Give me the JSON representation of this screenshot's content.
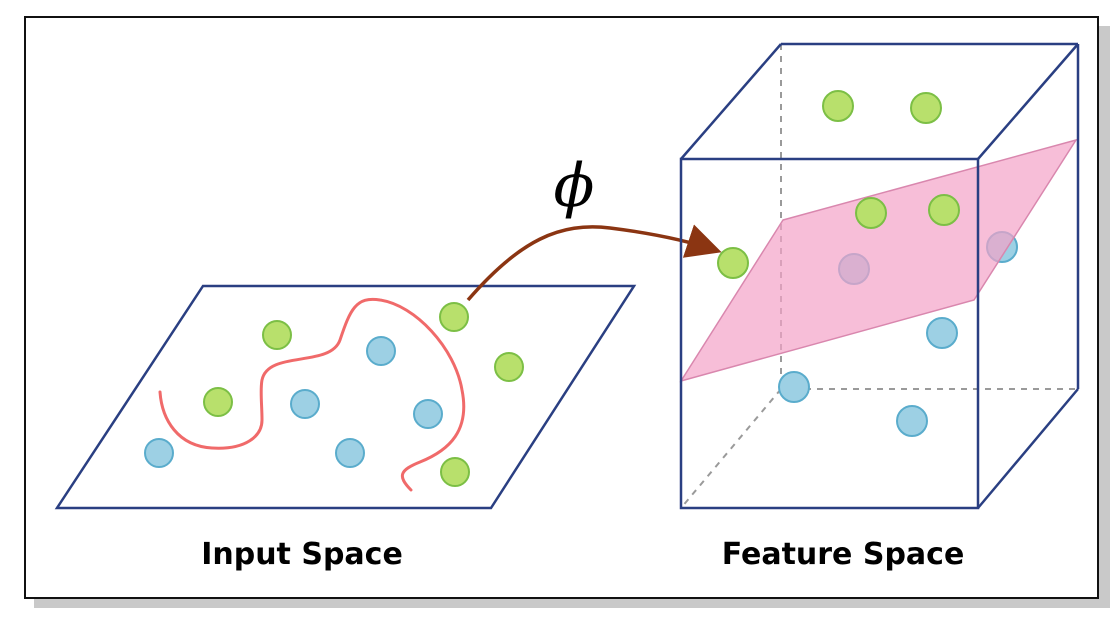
{
  "labels": {
    "input_space": "Input Space",
    "feature_space": "Feature Space",
    "mapping_symbol": "ϕ"
  },
  "colors": {
    "class_a": "#b8e06c",
    "class_a_stroke": "#7cbf45",
    "class_b": "#9dd0e4",
    "class_b_stroke": "#5aaccc",
    "boundary_curve": "#f06a6a",
    "hyperplane": "#f3a3c8",
    "arrow": "#8b3512",
    "edges": "#2a3f82"
  }
}
